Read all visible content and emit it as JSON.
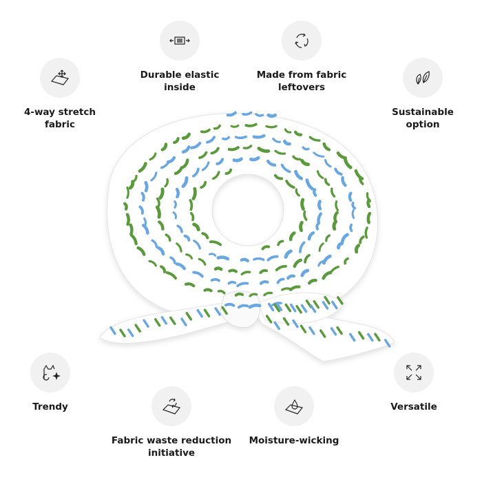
{
  "product": {
    "name": "scrunchie-with-bow",
    "pattern_colors": {
      "green": "#5a9a3c",
      "blue": "#6aa6e0",
      "base": "#ffffff"
    }
  },
  "features": [
    {
      "id": "stretch",
      "label": "4-way stretch\nfabric",
      "icon": "stretch-fabric-icon"
    },
    {
      "id": "elastic",
      "label": "Durable elastic\ninside",
      "icon": "elastic-band-icon"
    },
    {
      "id": "leftovers",
      "label": "Made from fabric\nleftovers",
      "icon": "recycle-arrows-icon"
    },
    {
      "id": "sustainable",
      "label": "Sustainable\noption",
      "icon": "leaves-icon"
    },
    {
      "id": "trendy",
      "label": "Trendy",
      "icon": "cat-sparkle-icon"
    },
    {
      "id": "waste",
      "label": "Fabric waste reduction\ninitiative",
      "icon": "fabric-recycle-icon"
    },
    {
      "id": "moisture",
      "label": "Moisture-wicking",
      "icon": "water-drop-fabric-icon"
    },
    {
      "id": "versatile",
      "label": "Versatile",
      "icon": "expand-arrows-icon"
    }
  ]
}
